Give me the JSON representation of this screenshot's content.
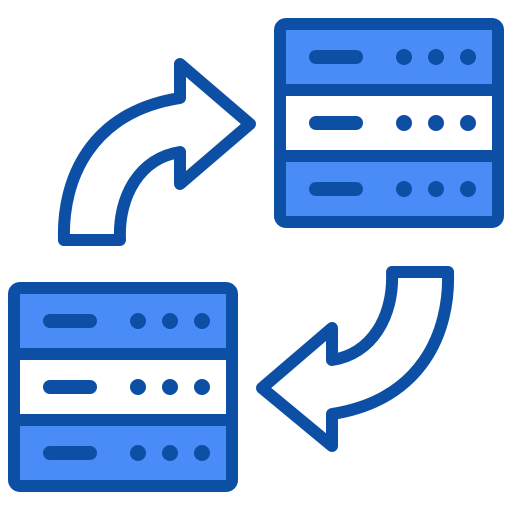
{
  "icon": {
    "name": "server-data-transfer-icon",
    "colors": {
      "outline": "#0d4fa5",
      "fill": "#4a8cf7",
      "light": "#ffffff"
    },
    "servers": [
      {
        "name": "top-right-server"
      },
      {
        "name": "bottom-left-server"
      }
    ],
    "arrows": [
      {
        "name": "arrow-to-top-server",
        "direction": "right"
      },
      {
        "name": "arrow-to-bottom-server",
        "direction": "left"
      }
    ]
  }
}
